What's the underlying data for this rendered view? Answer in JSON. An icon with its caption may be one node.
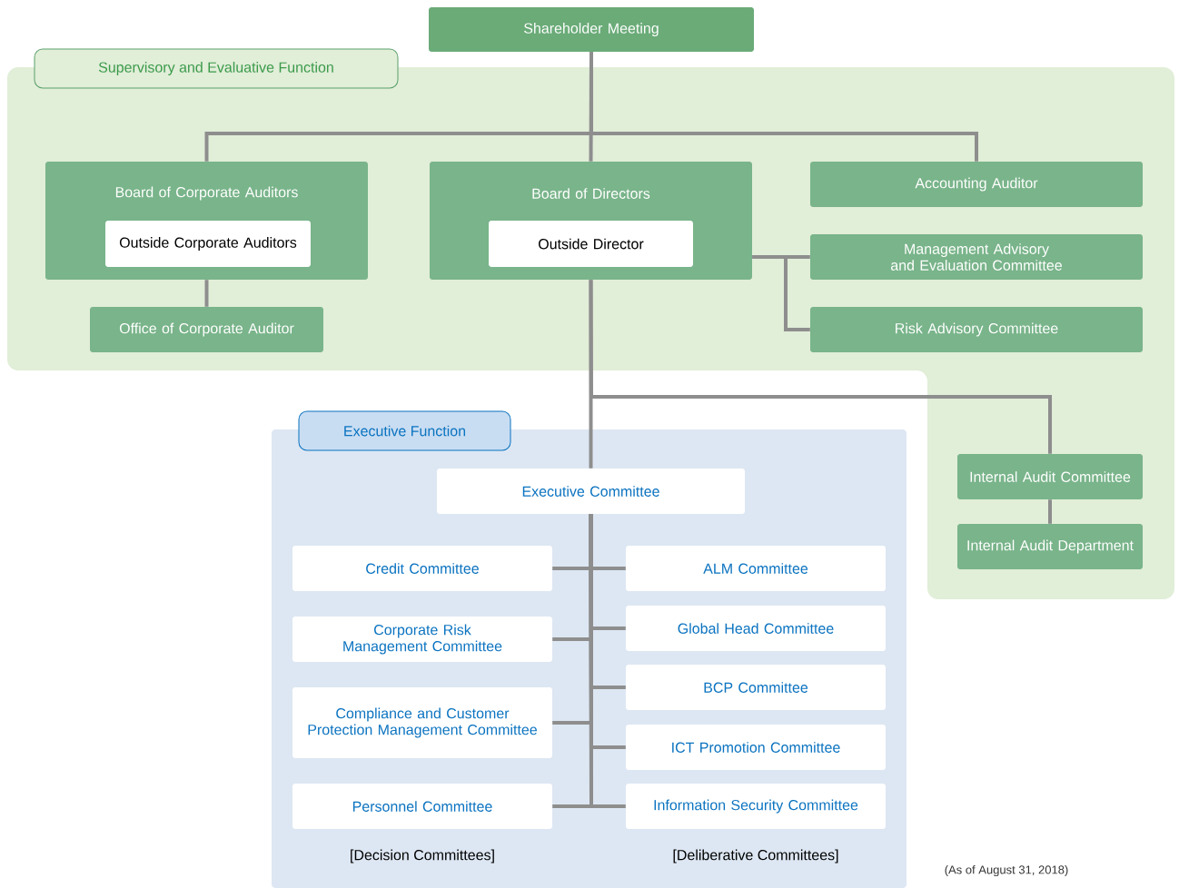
{
  "diagram": {
    "nodes": [
      {
        "text": [
          "Shareholder Meeting"
        ]
      },
      {
        "text": [
          "Supervisory and Evaluative Function"
        ]
      },
      {
        "text": [
          "Board of Corporate Auditors"
        ],
        "in": 1
      },
      {
        "text": [
          "Outside Corporate Auditors"
        ],
        "in": 2
      },
      {
        "text": [
          "Office of Corporate Auditor"
        ],
        "in": 1
      },
      {
        "text": [
          "Board of Directors"
        ],
        "in": 1
      },
      {
        "text": [
          "Outside Director"
        ],
        "in": 5
      },
      {
        "text": [
          "Accounting Auditor"
        ],
        "in": 1
      },
      {
        "text": [
          "Management Advisory and Evaluation Committee"
        ],
        "in": 1
      },
      {
        "text": [
          "Risk Advisory Committee"
        ],
        "in": 1
      },
      {
        "text": [
          "Internal Audit Committee"
        ],
        "in": 1
      },
      {
        "text": [
          "Internal Audit Department"
        ],
        "in": 1
      },
      {
        "text": [
          "Executive Function"
        ]
      },
      {
        "text": [
          "Executive Committee"
        ],
        "in": 12
      },
      {
        "text": [
          "Credit Committee"
        ],
        "in": 12
      },
      {
        "text": [
          "ALM Committee"
        ],
        "in": 12
      },
      {
        "text": [
          "Corporate Risk Management Committee"
        ],
        "in": 12
      },
      {
        "text": [
          "Global Head Committee"
        ],
        "in": 12
      },
      {
        "text": [
          "Compliance and Customer Protection Management Committee"
        ],
        "in": 12
      },
      {
        "text": [
          "BCP Committee"
        ],
        "in": 12
      },
      {
        "text": [
          "Personnel Committee"
        ],
        "in": 12
      },
      {
        "text": [
          "ICT Promotion Committee"
        ],
        "in": 12
      },
      {
        "text": [
          "Information Security Committee"
        ],
        "in": 12
      }
    ],
    "edges": [
      {
        "from": 0,
        "to": 2,
        "arrow": "none"
      },
      {
        "from": 0,
        "to": 5,
        "arrow": "none"
      },
      {
        "from": 0,
        "to": 7,
        "arrow": "none"
      },
      {
        "from": 2,
        "to": 4,
        "arrow": "none"
      },
      {
        "from": 5,
        "to": 8,
        "arrow": "none"
      },
      {
        "from": 5,
        "to": 9,
        "arrow": "none"
      },
      {
        "from": 5,
        "to": 13,
        "arrow": "none"
      },
      {
        "from": 5,
        "to": 10,
        "arrow": "none"
      },
      {
        "from": 10,
        "to": 11,
        "arrow": "none"
      },
      {
        "from": 13,
        "to": 14,
        "arrow": "none"
      },
      {
        "from": 13,
        "to": 15,
        "arrow": "none"
      },
      {
        "from": 13,
        "to": 16,
        "arrow": "none"
      },
      {
        "from": 13,
        "to": 17,
        "arrow": "none"
      },
      {
        "from": 13,
        "to": 18,
        "arrow": "none"
      },
      {
        "from": 13,
        "to": 19,
        "arrow": "none"
      },
      {
        "from": 13,
        "to": 20,
        "arrow": "none"
      },
      {
        "from": 13,
        "to": 21,
        "arrow": "none"
      },
      {
        "from": 13,
        "to": 22,
        "arrow": "none"
      }
    ],
    "labels": [
      "[Decision Committees]",
      "[Deliberative Committees]",
      "(As of August 31, 2018)"
    ]
  }
}
